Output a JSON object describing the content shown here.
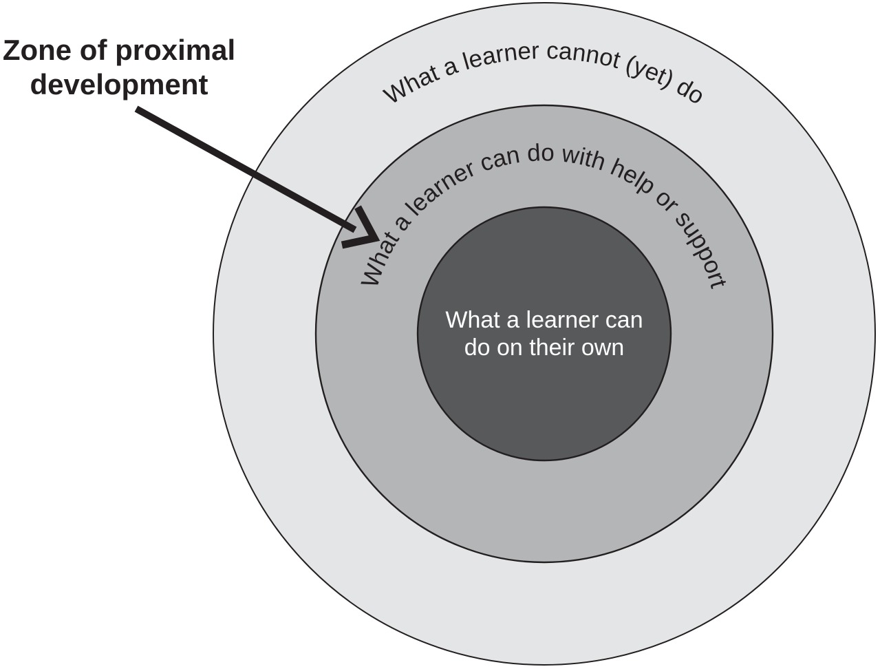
{
  "title": {
    "line1": "Zone of proximal",
    "line2": "development"
  },
  "rings": {
    "outer": {
      "label": "What a learner cannot (yet) do",
      "fill": "#e4e5e6"
    },
    "middle": {
      "label": "What a learner can do with help or support",
      "fill": "#b4b5b7"
    },
    "inner": {
      "label_line1": "What a learner can",
      "label_line2": "do on their own",
      "fill": "#58595b",
      "text_color": "#ffffff"
    }
  },
  "colors": {
    "outline": "#231f20",
    "label_text": "#231f20",
    "background": "#ffffff",
    "arrow": "#231f20"
  }
}
